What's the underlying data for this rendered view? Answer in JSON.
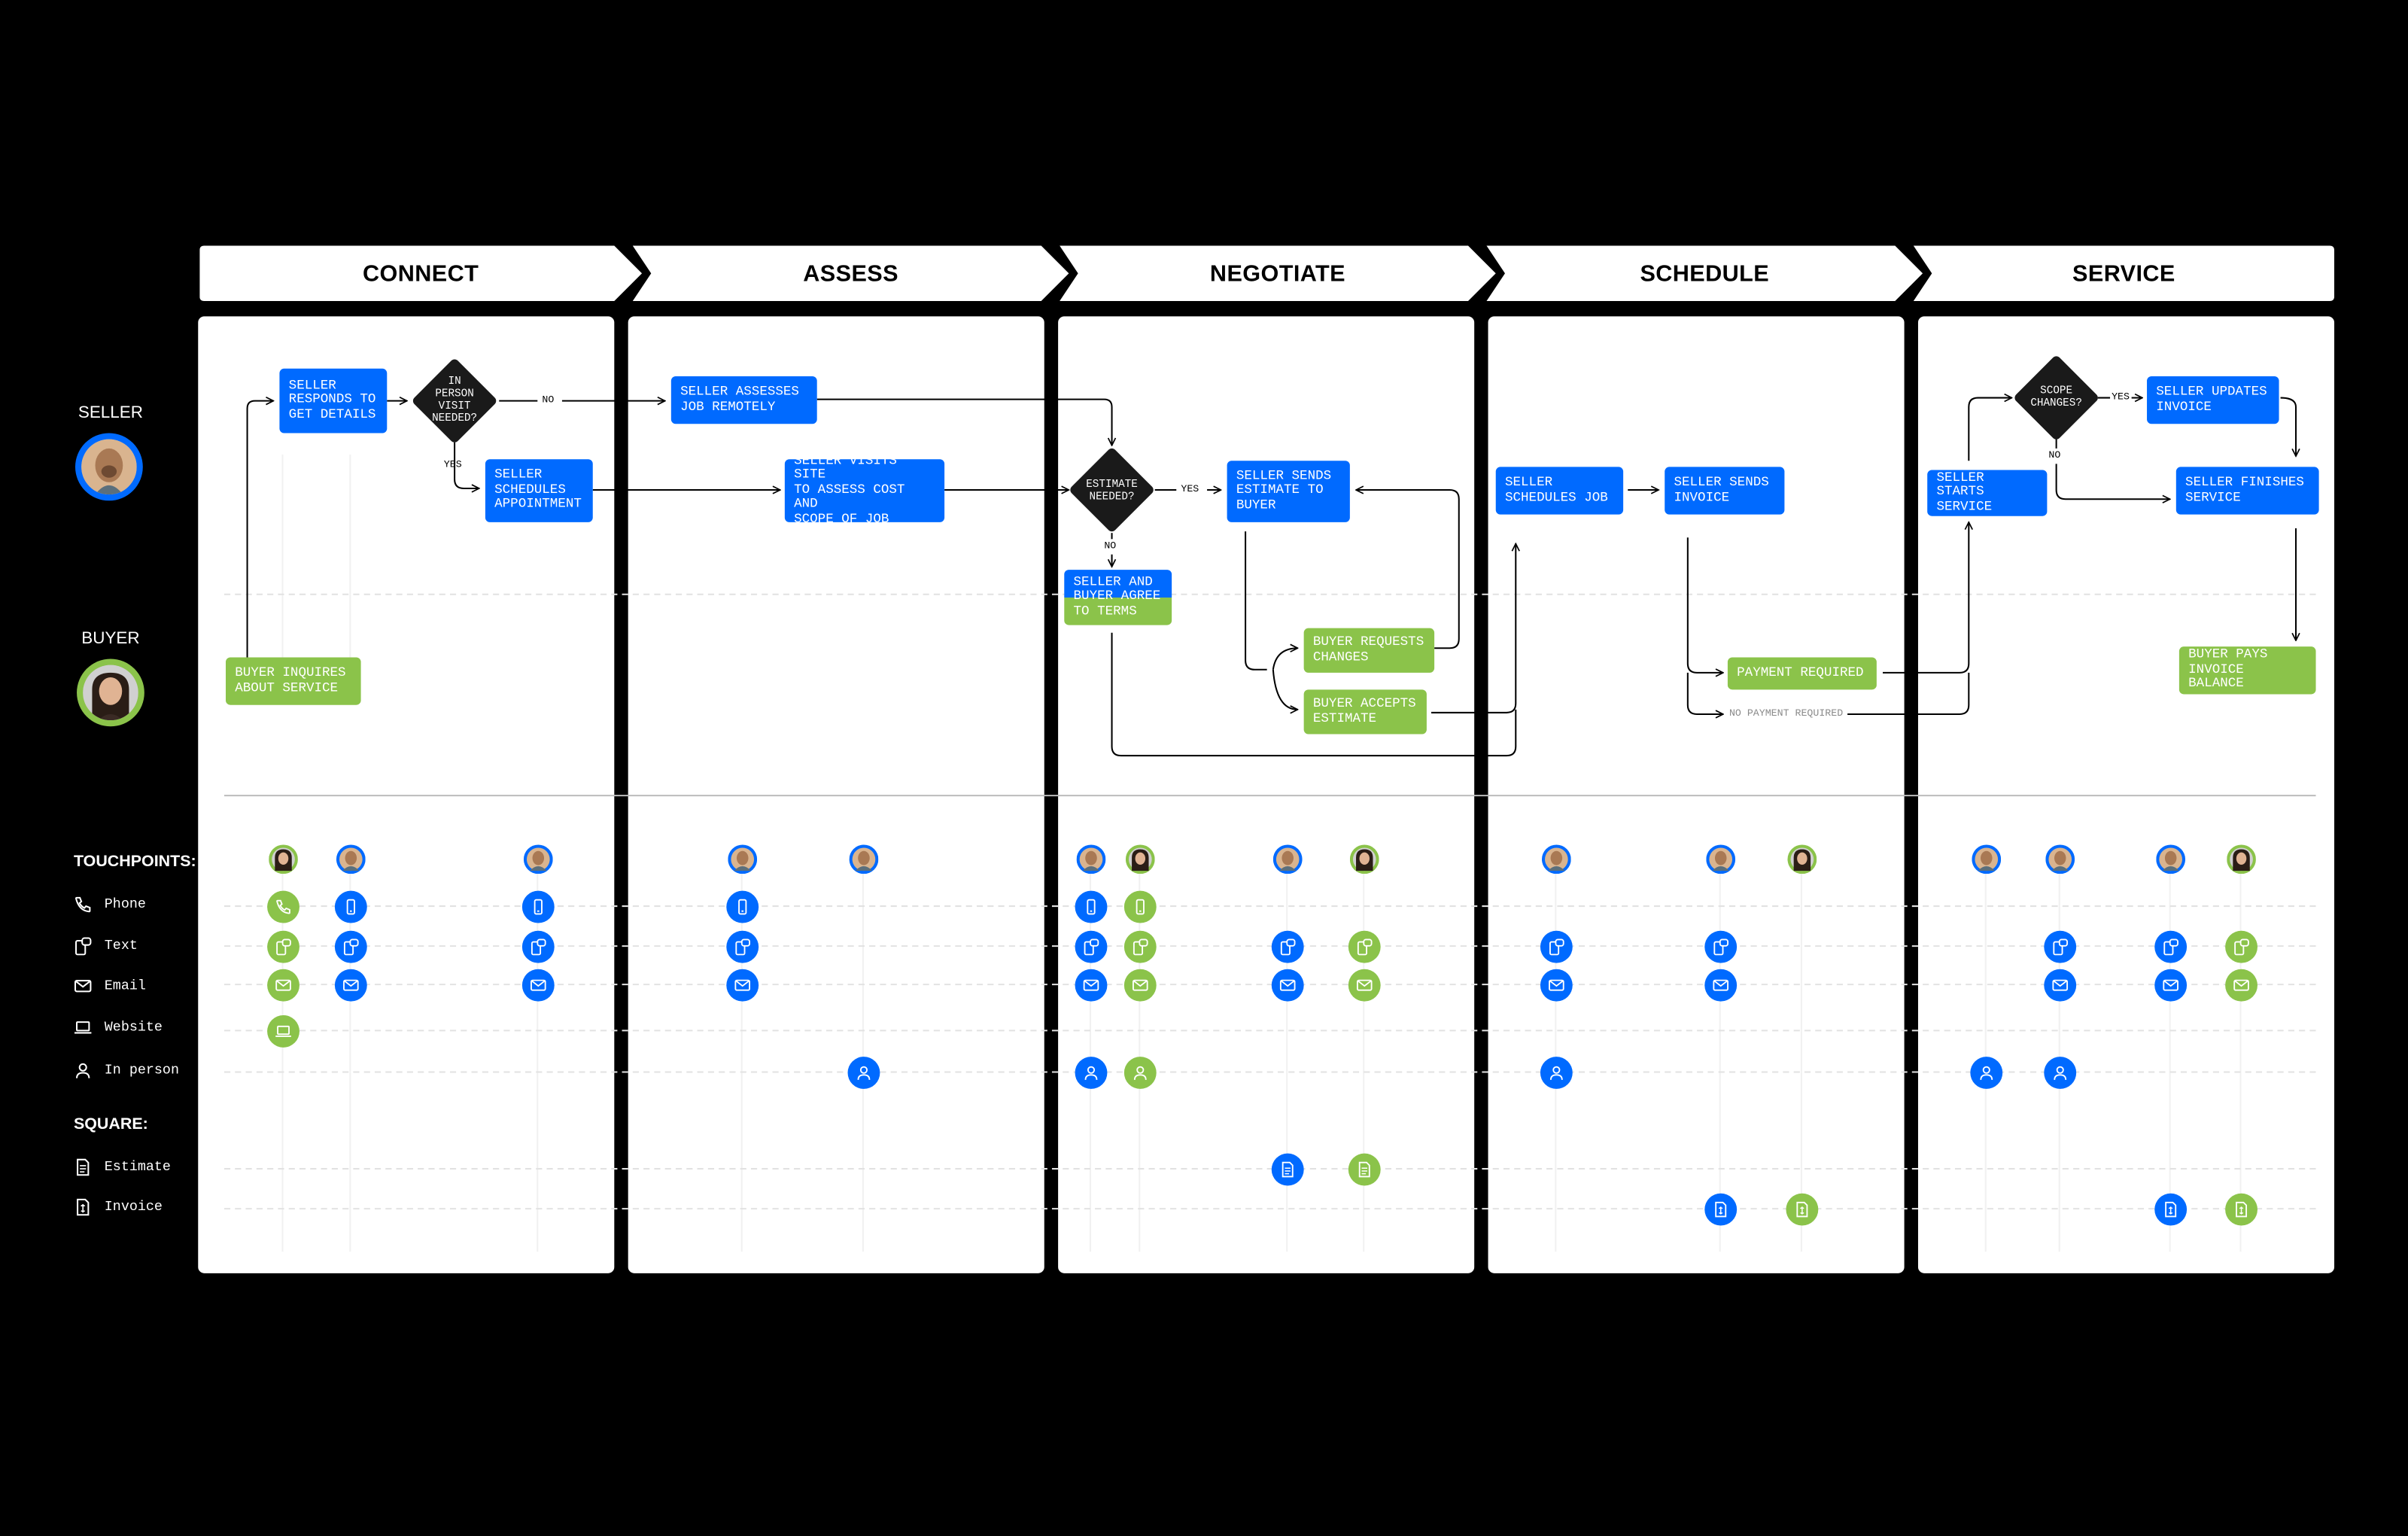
{
  "phases": [
    {
      "label": "CONNECT"
    },
    {
      "label": "ASSESS"
    },
    {
      "label": "NEGOTIATE"
    },
    {
      "label": "SCHEDULE"
    },
    {
      "label": "SERVICE"
    }
  ],
  "lanes": {
    "seller": "SELLER",
    "buyer": "BUYER"
  },
  "legend": {
    "touchpoints_heading": "TOUCHPOINTS:",
    "phone": "Phone",
    "text": "Text",
    "email": "Email",
    "website": "Website",
    "in_person": "In person",
    "square_heading": "SQUARE:",
    "estimate": "Estimate",
    "invoice": "Invoice"
  },
  "nodes": {
    "seller_responds": "SELLER\nRESPONDS TO\nGET DETAILS",
    "seller_schedules_appt": "SELLER\nSCHEDULES\nAPPOINTMENT",
    "buyer_inquires": "BUYER INQUIRES\nABOUT SERVICE",
    "seller_assesses_remote": "SELLER ASSESSES\nJOB REMOTELY",
    "seller_visits_site": "SELLER VISITS SITE\nTO ASSESS COST AND\nSCOPE OF JOB",
    "seller_sends_estimate": "SELLER SENDS\nESTIMATE TO\nBUYER",
    "agree_terms": "SELLER AND\nBUYER AGREE\nTO TERMS",
    "buyer_requests_changes": "BUYER REQUESTS\nCHANGES",
    "buyer_accepts": "BUYER ACCEPTS\nESTIMATE",
    "seller_schedules_job": "SELLER\nSCHEDULES JOB",
    "seller_sends_invoice": "SELLER SENDS\nINVOICE",
    "payment_required": "PAYMENT REQUIRED",
    "seller_starts": "SELLER STARTS\nSERVICE",
    "seller_updates": "SELLER UPDATES\nINVOICE",
    "seller_finishes": "SELLER FINISHES\nSERVICE",
    "buyer_pays": "BUYER PAYS\nINVOICE BALANCE"
  },
  "decisions": {
    "in_person": "IN\nPERSON\nVISIT\nNEEDED?",
    "estimate_needed": "ESTIMATE\nNEEDED?",
    "scope_changes": "SCOPE\nCHANGES?"
  },
  "edge_labels": {
    "no_1": "NO",
    "yes_1": "YES",
    "yes_2": "YES",
    "no_2": "NO",
    "yes_3": "YES",
    "no_3": "NO",
    "no_payment": "NO PAYMENT REQUIRED"
  },
  "colors": {
    "seller": "#006aff",
    "buyer": "#8bc34a",
    "background": "#000000",
    "panel": "#ffffff"
  }
}
